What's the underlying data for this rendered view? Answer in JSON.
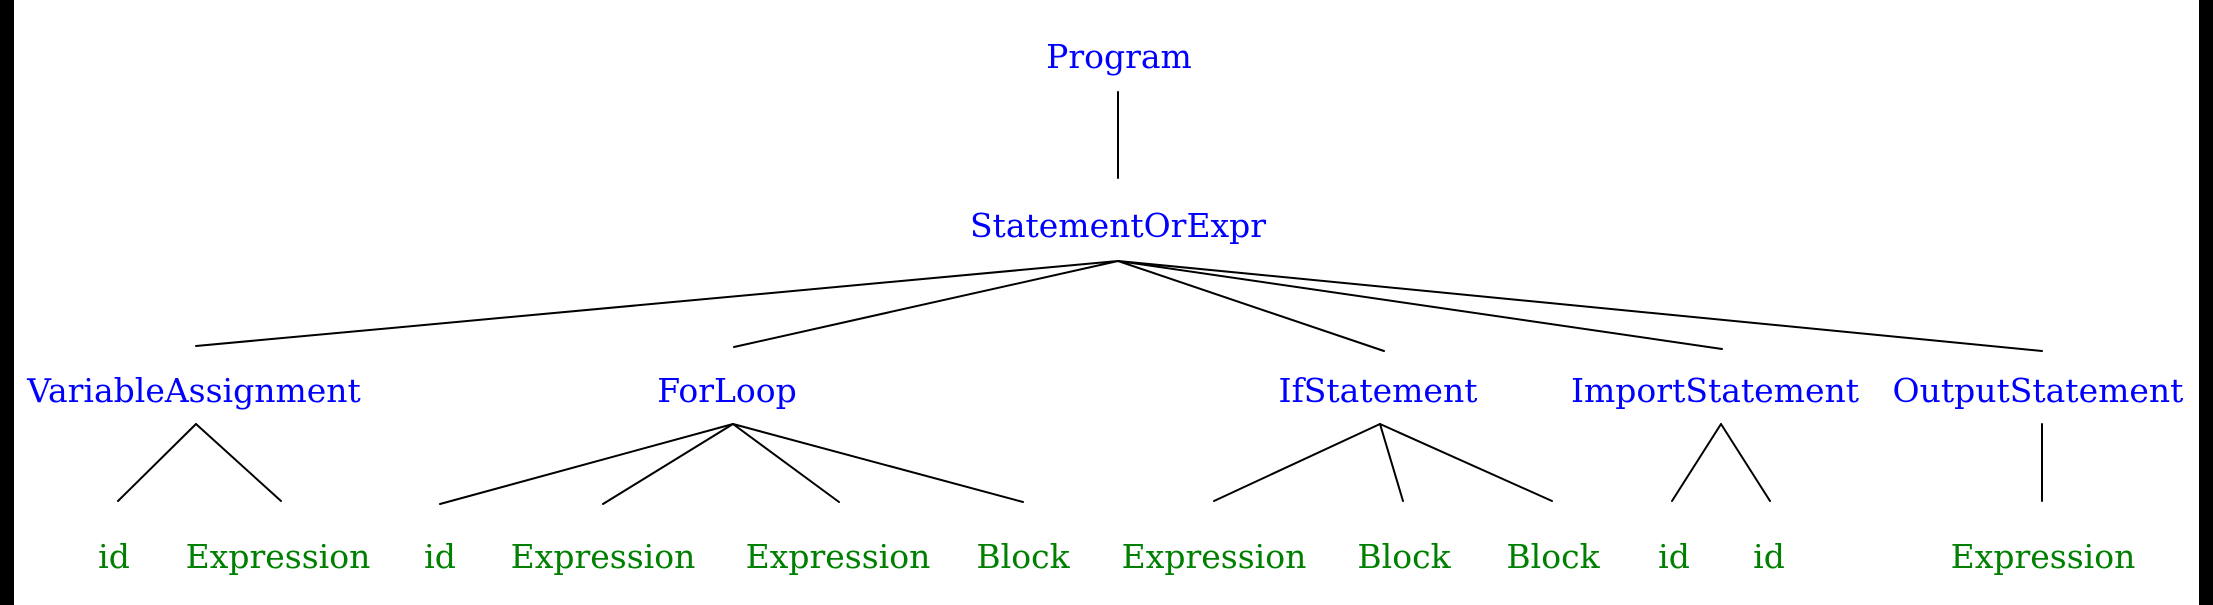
{
  "diagram": {
    "kind": "parse-tree",
    "background_color": "#ffffff",
    "letterbox_color": "#000000"
  },
  "colors": {
    "nonterminal": "#0000ff",
    "terminal": "#008000",
    "edge": "#000000"
  },
  "tree": {
    "nodes": [
      {
        "label": "Program",
        "type": "nonterminal",
        "level": 0
      },
      {
        "label": "StatementOrExpr",
        "type": "nonterminal",
        "level": 1
      },
      {
        "label": "VariableAssignment",
        "type": "nonterminal",
        "level": 2
      },
      {
        "label": "ForLoop",
        "type": "nonterminal",
        "level": 2
      },
      {
        "label": "IfStatement",
        "type": "nonterminal",
        "level": 2
      },
      {
        "label": "ImportStatement",
        "type": "nonterminal",
        "level": 2
      },
      {
        "label": "OutputStatement",
        "type": "nonterminal",
        "level": 2
      },
      {
        "label": "id",
        "type": "terminal",
        "level": 3
      },
      {
        "label": "Expression",
        "type": "terminal",
        "level": 3
      },
      {
        "label": "id",
        "type": "terminal",
        "level": 3
      },
      {
        "label": "Expression",
        "type": "terminal",
        "level": 3
      },
      {
        "label": "Expression",
        "type": "terminal",
        "level": 3
      },
      {
        "label": "Block",
        "type": "terminal",
        "level": 3
      },
      {
        "label": "Expression",
        "type": "terminal",
        "level": 3
      },
      {
        "label": "Block",
        "type": "terminal",
        "level": 3
      },
      {
        "label": "Block",
        "type": "terminal",
        "level": 3
      },
      {
        "label": "id",
        "type": "terminal",
        "level": 3
      },
      {
        "label": "id",
        "type": "terminal",
        "level": 3
      },
      {
        "label": "Expression",
        "type": "terminal",
        "level": 3
      }
    ],
    "edges": [
      {
        "from": "Program",
        "to": "StatementOrExpr"
      },
      {
        "from": "StatementOrExpr",
        "to": "VariableAssignment"
      },
      {
        "from": "StatementOrExpr",
        "to": "ForLoop"
      },
      {
        "from": "StatementOrExpr",
        "to": "IfStatement"
      },
      {
        "from": "StatementOrExpr",
        "to": "ImportStatement"
      },
      {
        "from": "StatementOrExpr",
        "to": "OutputStatement"
      },
      {
        "from": "VariableAssignment",
        "to": "id"
      },
      {
        "from": "VariableAssignment",
        "to": "Expression"
      },
      {
        "from": "ForLoop",
        "to": "id"
      },
      {
        "from": "ForLoop",
        "to": "Expression"
      },
      {
        "from": "ForLoop",
        "to": "Expression"
      },
      {
        "from": "ForLoop",
        "to": "Block"
      },
      {
        "from": "IfStatement",
        "to": "Expression"
      },
      {
        "from": "IfStatement",
        "to": "Block"
      },
      {
        "from": "IfStatement",
        "to": "Block"
      },
      {
        "from": "ImportStatement",
        "to": "id"
      },
      {
        "from": "ImportStatement",
        "to": "id"
      },
      {
        "from": "OutputStatement",
        "to": "Expression"
      }
    ]
  }
}
